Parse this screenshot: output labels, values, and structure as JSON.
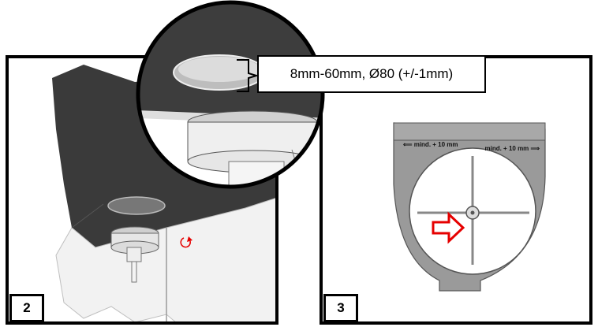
{
  "steps": {
    "left_number": "2",
    "right_number": "3"
  },
  "callout": {
    "text": "8mm-60mm, Ø80 (+/-1mm)"
  },
  "template": {
    "left_label": "mind. + 10 mm",
    "right_label": "mind. + 10 mm"
  },
  "colors": {
    "ceiling": "#3a3a3a",
    "template_gray": "#9a9a9a",
    "arrow_red": "#e60000"
  },
  "icons": {
    "rotate": "rotate-icon",
    "direction": "red-arrow-icon"
  }
}
